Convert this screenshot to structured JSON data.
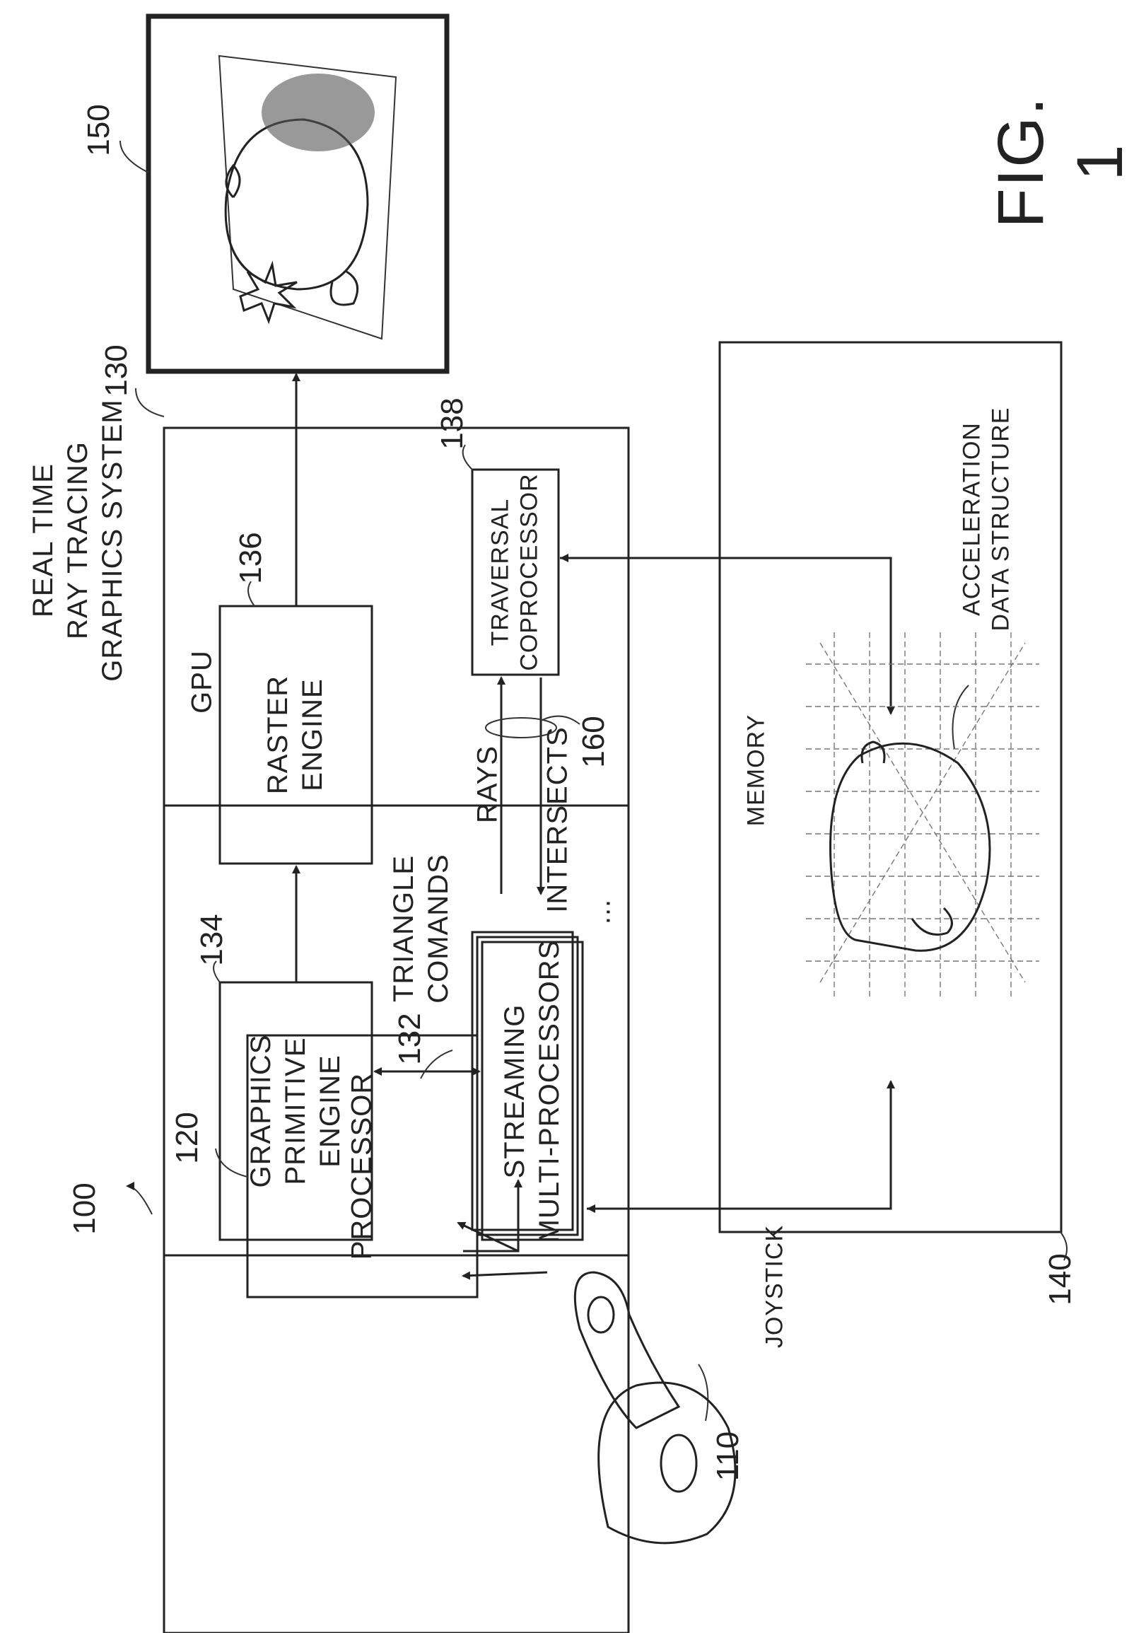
{
  "labels": {
    "system_title": "REAL TIME\nRAY TRACING\nGRAPHICS SYSTEM",
    "gpu": "GPU",
    "graphics_primitive_engine": "GRAPHICS\nPRIMITIVE\nENGINE",
    "raster_engine": "RASTER\nENGINE",
    "streaming_multiprocessors": "STREAMING\nMULTI-PROCESSORS",
    "traversal_coprocessor": "TRAVERSAL\nCOPROCESSOR",
    "triangle_commands": "TRIANGLE\nCOMANDS",
    "rays": "RAYS",
    "intersects": "INTERSECTS",
    "ellipsis": "...",
    "processor": "PROCESSOR",
    "joystick": "JOYSTICK",
    "memory": "MEMORY",
    "acceleration_data_structure": "ACCELERATION\nDATA STRUCTURE",
    "figure": "FIG. 1"
  },
  "refs": {
    "system": "100",
    "joystick": "110",
    "processor": "120",
    "gpu": "130",
    "streaming_multiprocessors": "132",
    "graphics_primitive_engine": "134",
    "raster_engine": "136",
    "traversal_coprocessor": "138",
    "memory": "140",
    "display": "150",
    "link": "160"
  }
}
